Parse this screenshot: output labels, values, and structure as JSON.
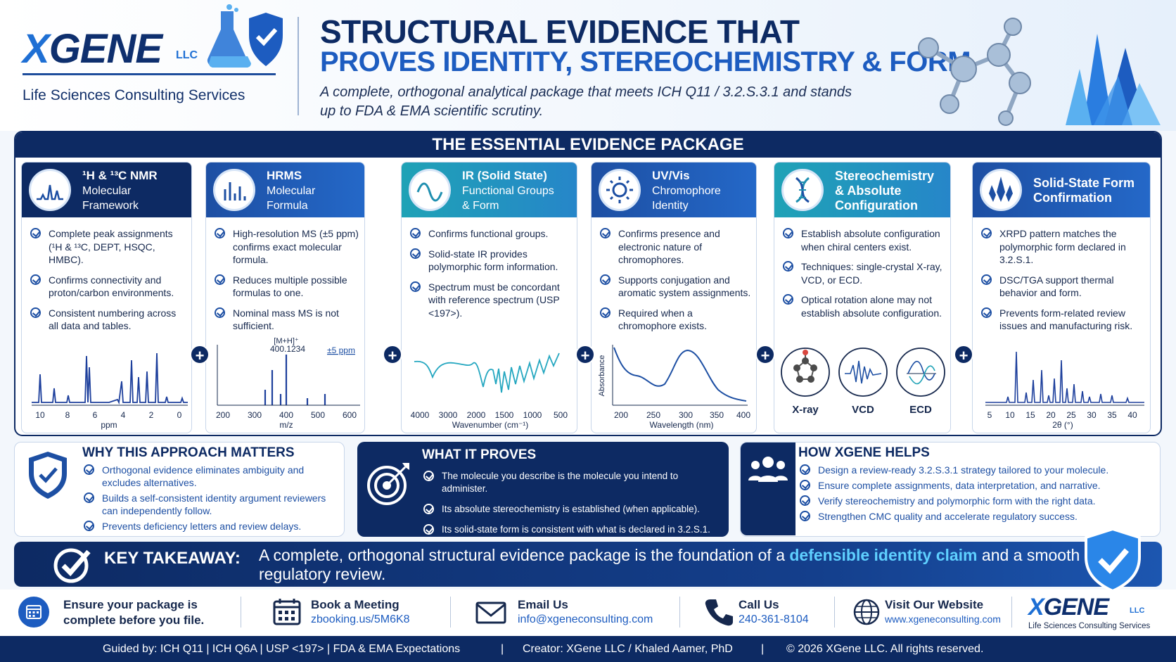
{
  "brand": {
    "name_x": "X",
    "name_rest": "GENE",
    "llc": "LLC",
    "tagline": "Life Sciences Consulting Services"
  },
  "header": {
    "title_line1": "STRUCTURAL EVIDENCE THAT",
    "title_line2": "PROVES IDENTITY, STEREOCHEMISTRY & FORM",
    "subtitle": "A complete, orthogonal analytical package that meets ICH Q11 / 3.2.S.3.1 and stands up to FDA & EMA scientific scrutiny."
  },
  "package": {
    "title": "THE ESSENTIAL EVIDENCE PACKAGE",
    "cards": [
      {
        "title": "¹H & ¹³C NMR",
        "subtitle": "Molecular\nFramework",
        "icon": "nmr-spectrum-icon",
        "bullets": [
          "Complete peak assignments (¹H & ¹³C, DEPT, HSQC, HMBC).",
          "Confirms connectivity and proton/carbon environments.",
          "Consistent numbering across all data and tables."
        ],
        "ticks": [
          "10",
          "8",
          "6",
          "4",
          "2",
          "0"
        ],
        "xlabel": "ppm"
      },
      {
        "title": "HRMS",
        "subtitle": "Molecular\nFormula",
        "icon": "mass-spectrum-icon",
        "bullets": [
          "High-resolution MS (±5 ppm) confirms exact molecular formula.",
          "Reduces multiple possible formulas to one.",
          "Nominal mass MS is not sufficient."
        ],
        "ticks": [
          "200",
          "300",
          "400",
          "500",
          "600"
        ],
        "xlabel": "m/z",
        "peak_label": "[M+H]⁺",
        "peak_value": "400.1234",
        "tolerance": "±5 ppm"
      },
      {
        "title": "IR (Solid State)",
        "subtitle": "Functional Groups\n& Form",
        "icon": "ir-wave-icon",
        "bullets": [
          "Confirms functional groups.",
          "Solid-state IR provides polymorphic form information.",
          "Spectrum must be concordant with reference spectrum (USP <197>)."
        ],
        "ticks": [
          "4000",
          "3000",
          "2000",
          "1500",
          "1000",
          "500"
        ],
        "xlabel": "Wavenumber (cm⁻¹)"
      },
      {
        "title": "UV/Vis",
        "subtitle": "Chromophore\nIdentity",
        "icon": "sun-icon",
        "bullets": [
          "Confirms presence and electronic nature of chromophores.",
          "Supports conjugation and aromatic system assignments.",
          "Required when a chromophore exists."
        ],
        "ticks": [
          "200",
          "250",
          "300",
          "350",
          "400"
        ],
        "xlabel": "Wavelength (nm)",
        "ylabel": "Absorbance"
      },
      {
        "title": "Stereochemistry",
        "subtitle": "& Absolute\nConfiguration",
        "icon": "dna-icon",
        "bullets": [
          "Establish absolute configuration when chiral centers exist.",
          "Techniques: single-crystal X-ray, VCD, or ECD.",
          "Optical rotation alone may not establish absolute configuration."
        ],
        "methods": [
          "X-ray",
          "VCD",
          "ECD"
        ]
      },
      {
        "title": "Solid-State Form",
        "subtitle": "Confirmation",
        "icon": "crystal-icon",
        "bullets": [
          "XRPD pattern matches the polymorphic form declared in 3.2.S.1.",
          "DSC/TGA support thermal behavior and form.",
          "Prevents form-related review issues and manufacturing risk."
        ],
        "ticks": [
          "5",
          "10",
          "15",
          "20",
          "25",
          "30",
          "35",
          "40"
        ],
        "xlabel": "2θ (°)"
      }
    ]
  },
  "why": {
    "title": "WHY THIS APPROACH MATTERS",
    "items": [
      "Orthogonal evidence eliminates ambiguity and excludes alternatives.",
      "Builds a self-consistent identity argument reviewers can independently follow.",
      "Prevents deficiency letters and review delays."
    ]
  },
  "proves": {
    "title": "WHAT IT PROVES",
    "items": [
      "The molecule you describe is the molecule you intend to administer.",
      "Its absolute stereochemistry is established (when applicable).",
      "Its solid-state form is consistent with what is declared in 3.2.S.1."
    ]
  },
  "helps": {
    "title": "HOW XGENE HELPS",
    "items": [
      "Design a review-ready 3.2.S.3.1 strategy tailored to your molecule.",
      "Ensure complete assignments, data interpretation, and narrative.",
      "Verify stereochemistry and polymorphic form with the right data.",
      "Strengthen CMC quality and accelerate regulatory success."
    ]
  },
  "takeaway": {
    "label": "KEY TAKEAWAY:",
    "text_before": "A complete, orthogonal structural evidence package is the foundation of a ",
    "highlight": "defensible identity claim",
    "text_after": " and a smooth regulatory review."
  },
  "footer": {
    "ensure_line1": "Ensure your package is",
    "ensure_line2": "complete before you file.",
    "meeting_label": "Book a Meeting",
    "meeting_value": "zbooking.us/5M6K8",
    "email_label": "Email Us",
    "email_value": "info@xgeneconsulting.com",
    "call_label": "Call Us",
    "call_value": "240-361-8104",
    "web_label": "Visit Our Website",
    "web_value": "www.xgeneconsulting.com",
    "logo_name": "GENE",
    "logo_x": "X",
    "logo_llc": "LLC",
    "logo_tagline": "Life Sciences Consulting Services"
  },
  "bottom": {
    "guided": "Guided by:  ICH Q11  |  ICH Q6A  |  USP <197>  |  FDA & EMA Expectations",
    "creator": "Creator:  XGene LLC / Khaled Aamer, PhD",
    "copyright": "© 2026 XGene LLC. All rights reserved."
  },
  "colors": {
    "navy": "#0d2a63",
    "blue": "#1d5cc0",
    "teal": "#1fa2b6",
    "highlight": "#5fd0ff"
  }
}
